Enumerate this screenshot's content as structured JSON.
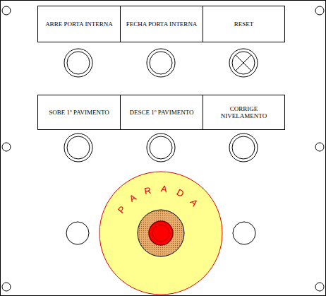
{
  "diagram": {
    "nodes": [
      {
        "text": [
          "ABRE PORTA INTERNA"
        ]
      },
      {
        "text": [
          "FECHA PORTA INTERNA"
        ]
      },
      {
        "text": [
          "RESET"
        ]
      },
      {
        "text": [
          "SOBE 1º PAVIMENTO"
        ]
      },
      {
        "text": [
          "DESCE 1º PAVIMENTO"
        ]
      },
      {
        "text": [
          "CORRIGE NIVELAMENTO"
        ]
      },
      {
        "text": [
          "PARADA"
        ]
      }
    ]
  }
}
